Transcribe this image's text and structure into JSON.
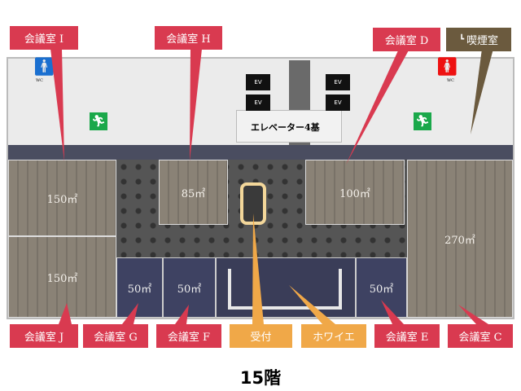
{
  "floor_title": "15階",
  "elevator_label": "エレベーター4基",
  "ev_label": "EV",
  "wc_label": "WC",
  "rooms": {
    "i": "150㎡",
    "j": "150㎡",
    "h": "85㎡",
    "d": "100㎡",
    "c": "270㎡",
    "g": "50㎡",
    "f": "50㎡",
    "e": "50㎡"
  },
  "callouts": {
    "room_i": "会議室 I",
    "room_h": "会議室 H",
    "room_d": "会議室 D",
    "smoking": "喫煙室",
    "room_j": "会議室 J",
    "room_g": "会議室 G",
    "room_f": "会議室 F",
    "reception": "受付",
    "foyer": "ホワイエ",
    "room_e": "会議室 E",
    "room_c": "会議室 C"
  },
  "colors": {
    "meeting": "#d93a50",
    "common": "#f0a848",
    "smoking": "#6b5a3e"
  }
}
